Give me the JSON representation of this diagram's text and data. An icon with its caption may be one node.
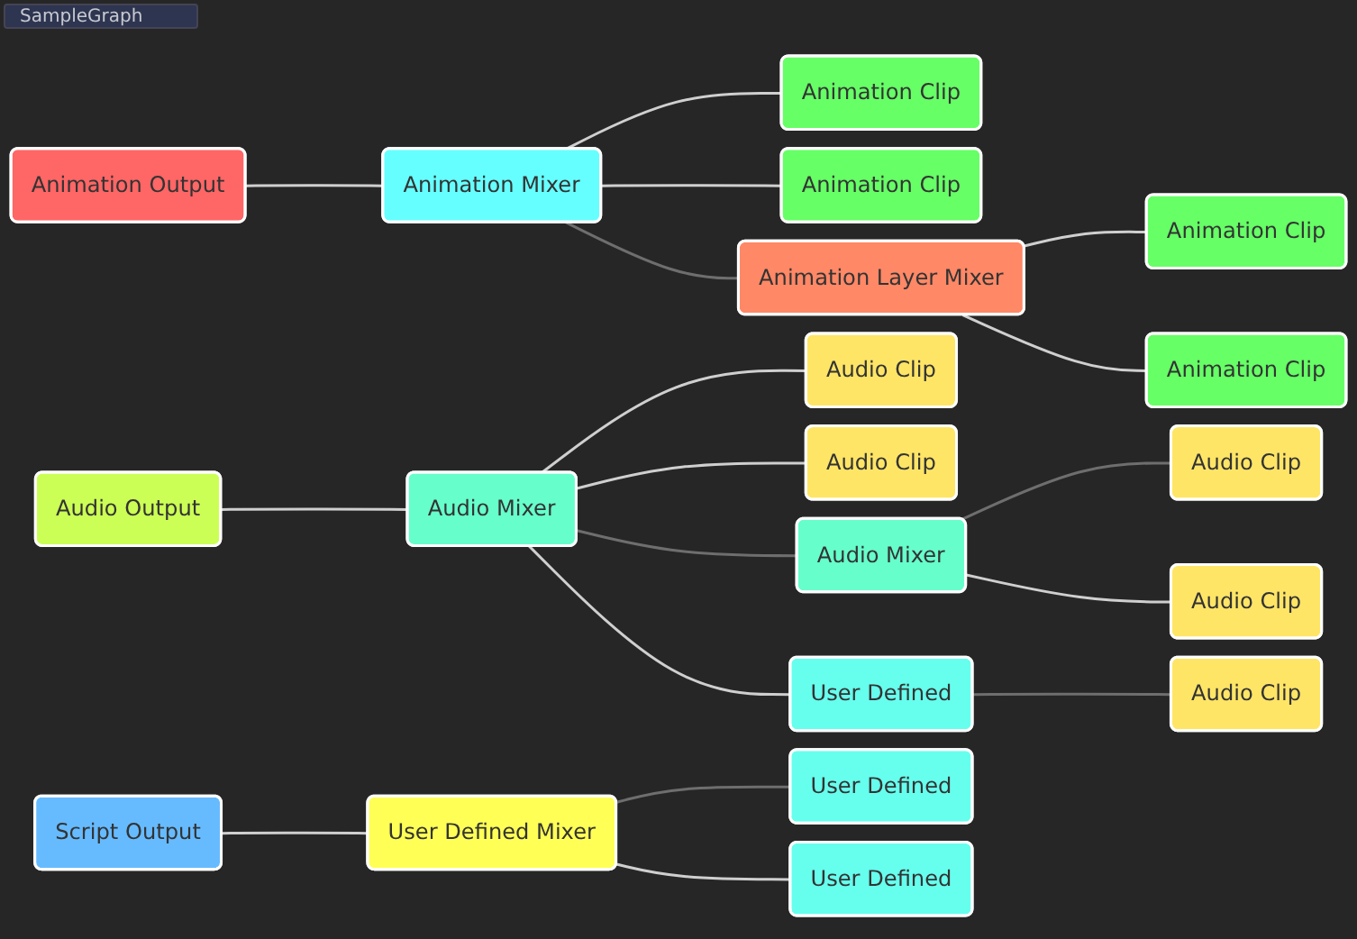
{
  "diagram": {
    "nodes": [
      {
        "text": [
          "Animation Output"
        ]
      },
      {
        "text": [
          "Animation Mixer"
        ]
      },
      {
        "text": [
          "Animation Clip"
        ]
      },
      {
        "text": [
          "Animation Clip"
        ]
      },
      {
        "text": [
          "Animation Layer Mixer"
        ]
      },
      {
        "text": [
          "Animation Clip"
        ]
      },
      {
        "text": [
          "Animation Clip"
        ]
      },
      {
        "text": [
          "Audio Output"
        ]
      },
      {
        "text": [
          "Audio Mixer"
        ]
      },
      {
        "text": [
          "Audio Clip"
        ]
      },
      {
        "text": [
          "Audio Clip"
        ]
      },
      {
        "text": [
          "Audio Mixer"
        ]
      },
      {
        "text": [
          "User Defined"
        ]
      },
      {
        "text": [
          "Audio Clip"
        ]
      },
      {
        "text": [
          "Audio Clip"
        ]
      },
      {
        "text": [
          "Audio Clip"
        ]
      },
      {
        "text": [
          "Script Output"
        ]
      },
      {
        "text": [
          "User Defined Mixer"
        ]
      },
      {
        "text": [
          "User Defined"
        ]
      },
      {
        "text": [
          "User Defined"
        ]
      }
    ],
    "edges": [
      {
        "from": 0,
        "to": 1,
        "arrow": "none"
      },
      {
        "from": 1,
        "to": 2,
        "arrow": "none"
      },
      {
        "from": 1,
        "to": 3,
        "arrow": "none"
      },
      {
        "from": 1,
        "to": 4,
        "arrow": "none",
        "color": "#6e6e6e"
      },
      {
        "from": 4,
        "to": 5,
        "arrow": "none"
      },
      {
        "from": 4,
        "to": 6,
        "arrow": "none"
      },
      {
        "from": 7,
        "to": 8,
        "arrow": "none"
      },
      {
        "from": 8,
        "to": 9,
        "arrow": "none"
      },
      {
        "from": 8,
        "to": 10,
        "arrow": "none"
      },
      {
        "from": 8,
        "to": 11,
        "arrow": "none",
        "color": "#6e6e6e"
      },
      {
        "from": 8,
        "to": 12,
        "arrow": "none"
      },
      {
        "from": 11,
        "to": 13,
        "arrow": "none",
        "color": "#6e6e6e"
      },
      {
        "from": 11,
        "to": 14,
        "arrow": "none"
      },
      {
        "from": 12,
        "to": 15,
        "arrow": "none",
        "color": "#6e6e6e"
      },
      {
        "from": 16,
        "to": 17,
        "arrow": "none"
      },
      {
        "from": 17,
        "to": 18,
        "arrow": "none",
        "color": "#6e6e6e"
      },
      {
        "from": 17,
        "to": 19,
        "arrow": "none"
      }
    ],
    "labels": [
      "SampleGraph"
    ]
  }
}
